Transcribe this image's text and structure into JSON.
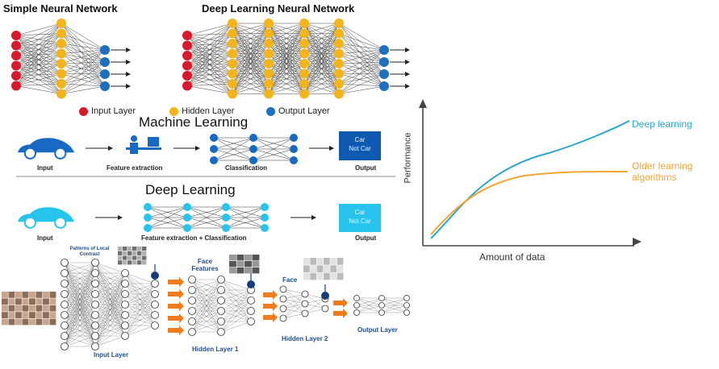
{
  "top": {
    "simple_title": "Simple Neural Network",
    "deep_title": "Deep Learning Neural Network",
    "legend": [
      {
        "label": "Input Layer",
        "color": "#d7192b"
      },
      {
        "label": "Hidden Layer",
        "color": "#f4b41a"
      },
      {
        "label": "Output Layer",
        "color": "#1d6fc1"
      }
    ]
  },
  "ml": {
    "title": "Machine Learning",
    "labels": [
      "Input",
      "Feature extraction",
      "Classification",
      "Output"
    ],
    "output_lines": [
      "Car",
      "Not Car"
    ],
    "box_color": "#0d5ab0",
    "car_color": "#1769c4"
  },
  "dl": {
    "title": "Deep Learning",
    "labels": [
      "Input",
      "Feature extraction + Classification",
      "Output"
    ],
    "output_lines": [
      "Car",
      "Not Car"
    ],
    "box_color": "#27c5ee",
    "car_color": "#27c5ee"
  },
  "bottom": {
    "patterns_label": "Patterns of Local Contrast",
    "face_features_label": "Face Features",
    "face_label": "Face",
    "layer_labels": [
      "Input Layer",
      "Hidden Layer 1",
      "Hidden Layer 2",
      "Output Layer"
    ]
  },
  "perf": {
    "ylabel": "Performance",
    "xlabel": "Amount of data",
    "deep_label": "Deep learning",
    "older_label": "Older learning algorithms",
    "deep_color": "#2aa6cf",
    "older_color": "#f2a531"
  }
}
